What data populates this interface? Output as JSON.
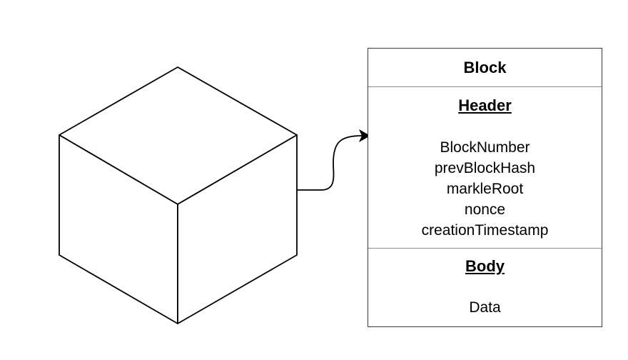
{
  "block": {
    "title": "Block",
    "header": {
      "title": "Header",
      "fields": [
        "BlockNumber",
        "prevBlockHash",
        "markleRoot",
        "nonce",
        "creationTimestamp"
      ]
    },
    "body": {
      "title": "Body",
      "content": "Data"
    }
  },
  "colors": {
    "stroke": "#000000",
    "border": "#3a3a3a",
    "divider": "#8a8a8a",
    "background": "#ffffff"
  },
  "icons": {
    "cube": "cube-icon",
    "arrow": "arrowhead-icon"
  }
}
